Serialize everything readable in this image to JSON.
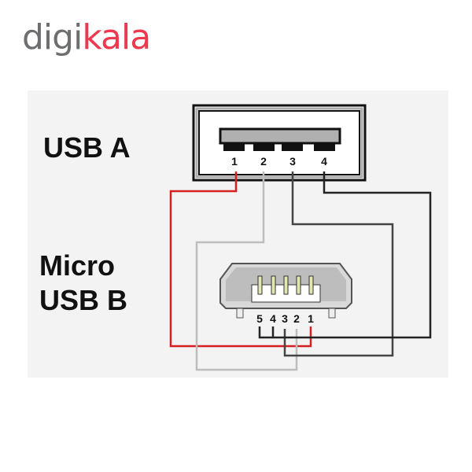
{
  "logo": {
    "part1": "digi",
    "part2": "kala"
  },
  "labels": {
    "usb_a": "USB A",
    "micro_line1": "Micro",
    "micro_line2": "USB B"
  },
  "usb_a_pins": [
    "1",
    "2",
    "3",
    "4"
  ],
  "micro_pins": [
    "5",
    "4",
    "3",
    "2",
    "1"
  ],
  "colors": {
    "red_wire": "#d42020",
    "gray_wire": "#bdbdbd",
    "dark_wire": "#333333",
    "brand": "#ee384e"
  }
}
